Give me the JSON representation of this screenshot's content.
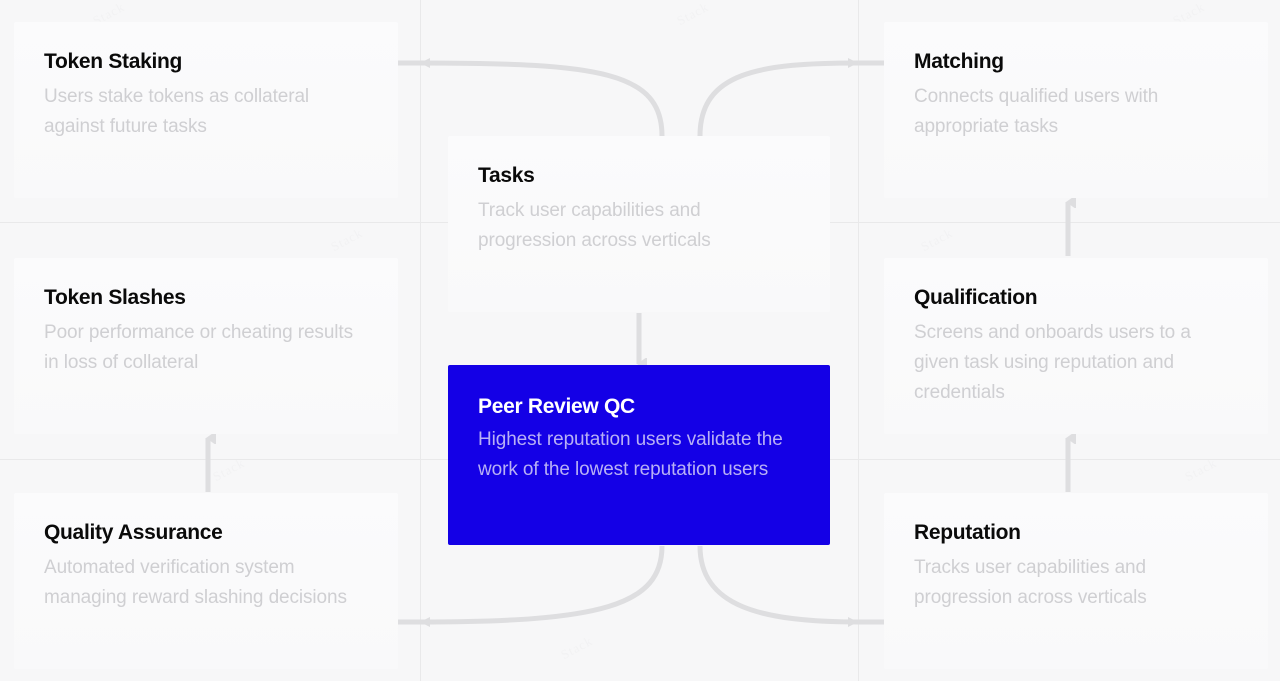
{
  "diagram": {
    "accent_color": "#1400e6",
    "background_color": "#f7f7f8",
    "title_color": "#0a0a0a",
    "description_color": "#cfcfd2",
    "connector_color": "#dedee0",
    "watermark_text": "Stack"
  },
  "cards": {
    "token_staking": {
      "title": "Token Staking",
      "description": "Users stake tokens as collateral against future tasks"
    },
    "token_slashes": {
      "title": "Token Slashes",
      "description": "Poor performance or cheating results in loss of collateral"
    },
    "quality_assurance": {
      "title": "Quality Assurance",
      "description": "Automated verification system managing reward slashing decisions"
    },
    "tasks": {
      "title": "Tasks",
      "description": "Track user capabilities and progression across verticals"
    },
    "peer_review_qc": {
      "title": "Peer Review QC",
      "description": "Highest reputation users validate the work of the lowest reputation users"
    },
    "matching": {
      "title": "Matching",
      "description": "Connects qualified users with appropriate tasks"
    },
    "qualification": {
      "title": "Qualification",
      "description": "Screens and onboards users to a given task using reputation and credentials"
    },
    "reputation": {
      "title": "Reputation",
      "description": "Tracks user capabilities and progression across verticals"
    }
  },
  "connectors": [
    {
      "name": "tasks-to-token-staking",
      "from": "Tasks",
      "to": "Token Staking",
      "style": "curve-arrow-left"
    },
    {
      "name": "tasks-to-matching",
      "from": "Tasks",
      "to": "Matching",
      "style": "curve-arrow-right"
    },
    {
      "name": "tasks-to-peer-review",
      "from": "Tasks",
      "to": "Peer Review QC",
      "style": "straight-arrow-down"
    },
    {
      "name": "peer-review-to-quality-assurance",
      "from": "Peer Review QC",
      "to": "Quality Assurance",
      "style": "curve-arrow-left"
    },
    {
      "name": "peer-review-to-reputation",
      "from": "Peer Review QC",
      "to": "Reputation",
      "style": "curve-arrow-right"
    },
    {
      "name": "quality-assurance-to-token-slashes",
      "from": "Quality Assurance",
      "to": "Token Slashes",
      "style": "straight-arrow-up"
    },
    {
      "name": "qualification-to-matching",
      "from": "Qualification",
      "to": "Matching",
      "style": "straight-arrow-up"
    },
    {
      "name": "reputation-to-qualification",
      "from": "Reputation",
      "to": "Qualification",
      "style": "straight-arrow-up"
    }
  ]
}
